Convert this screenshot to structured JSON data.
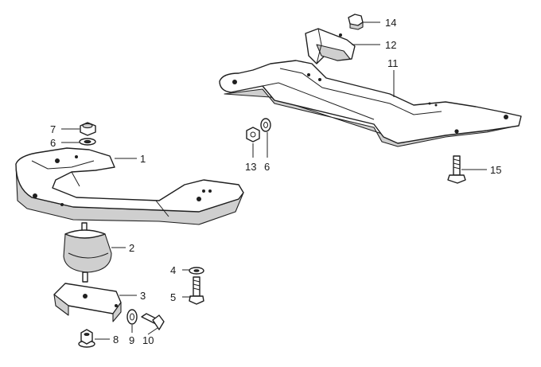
{
  "diagram": {
    "callouts": [
      {
        "id": "c1",
        "label": "1"
      },
      {
        "id": "c2",
        "label": "2"
      },
      {
        "id": "c3",
        "label": "3"
      },
      {
        "id": "c4",
        "label": "4"
      },
      {
        "id": "c5",
        "label": "5"
      },
      {
        "id": "c6a",
        "label": "6"
      },
      {
        "id": "c6b",
        "label": "6"
      },
      {
        "id": "c7",
        "label": "7"
      },
      {
        "id": "c8",
        "label": "8"
      },
      {
        "id": "c9",
        "label": "9"
      },
      {
        "id": "c10",
        "label": "10"
      },
      {
        "id": "c11",
        "label": "11"
      },
      {
        "id": "c12",
        "label": "12"
      },
      {
        "id": "c13",
        "label": "13"
      },
      {
        "id": "c14",
        "label": "14"
      },
      {
        "id": "c15",
        "label": "15"
      }
    ]
  }
}
